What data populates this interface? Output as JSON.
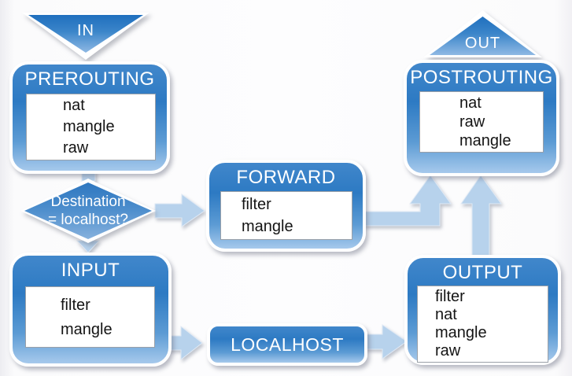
{
  "diagram": {
    "in_marker": "IN",
    "out_marker": "OUT",
    "prerouting": {
      "title": "PREROUTING",
      "tables": [
        "nat",
        "mangle",
        "raw"
      ]
    },
    "decision": {
      "line1": "Destination",
      "line2": "= localhost?"
    },
    "forward": {
      "title": "FORWARD",
      "tables": [
        "filter",
        "mangle"
      ]
    },
    "input": {
      "title": "INPUT",
      "tables": [
        "filter",
        "mangle"
      ]
    },
    "localhost": {
      "title": "LOCALHOST"
    },
    "output": {
      "title": "OUTPUT",
      "tables": [
        "filter",
        "nat",
        "mangle",
        "raw"
      ]
    },
    "postrouting": {
      "title": "POSTROUTING",
      "tables": [
        "nat",
        "raw",
        "mangle"
      ]
    },
    "colors": {
      "chain_blue": "#2d7ac3",
      "chain_blue_light": "#a6c9ec",
      "arrow_light_blue": "#b7d2ec",
      "border_white": "#ffffff",
      "table_text": "#141414"
    }
  }
}
